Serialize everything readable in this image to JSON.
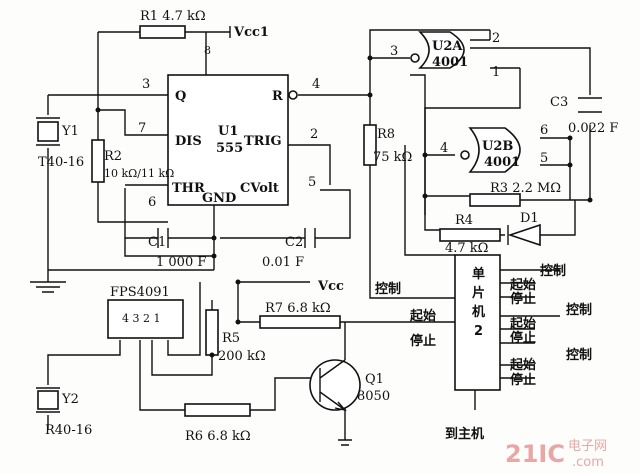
{
  "labels": {
    "r1": "R1 4.7 kΩ",
    "vcc1": "Vcc1",
    "y1": "Y1",
    "y1_value": "T40-16",
    "r2": "R2",
    "r2_value": "10 kΩ/11 kΩ",
    "c1": "C1",
    "c1_value": "1 000 F",
    "c2": "C2",
    "c2_value": "0.01 F",
    "c3": "C3",
    "c3_value": "0.022 F",
    "r8": "R8",
    "r8_value": "75 kΩ",
    "r3": "R3 2.2 MΩ",
    "r4": "R4",
    "r4_value": "4.7 kΩ",
    "d1": "D1",
    "vcc": "Vcc",
    "fps4091": "FPS4091",
    "fps4091_pins": "4 3 2 1",
    "r5": "R5",
    "r5_value": "200 kΩ",
    "r7": "R7 6.8 kΩ",
    "q1": "Q1",
    "q1_value": "8050",
    "r6": "R6 6.8 kΩ",
    "y2": "Y2",
    "y2_value": "R40-16"
  },
  "pins": {
    "p8": "8",
    "p3": "3",
    "p4": "4",
    "p7": "7",
    "p2": "2",
    "p6": "6",
    "p5": "5",
    "u2a_p3": "3",
    "u2a_p2": "2",
    "u2a_p1": "1",
    "u2b_p4": "4",
    "u2b_p6": "6",
    "u2b_p5": "5"
  },
  "u1": {
    "q": "Q",
    "r": "R",
    "dis": "DIS",
    "name": "U1",
    "part": "555",
    "trig": "TRIG",
    "thr": "THR",
    "gnd": "GND",
    "cvolt": "CVolt"
  },
  "u2a": {
    "name": "U2A",
    "part": "4001"
  },
  "u2b": {
    "name": "U2B",
    "part": "4001"
  },
  "mcu": {
    "c1": "单",
    "c2": "片",
    "c3": "机",
    "num": "2",
    "in_control": "控制",
    "in_start": "起始",
    "in_stop": "停止",
    "out1_control": "控制",
    "out1_start": "起始",
    "out1_stop": "停止",
    "out2_control": "控制",
    "out2_start": "起始",
    "out2_stop": "停止",
    "out3_control": "控制",
    "out3_start": "起始",
    "out3_stop": "停止",
    "to_host": "到主机"
  },
  "watermark": {
    "logo": "21IC",
    "cn": "电子网",
    "domain": ".com"
  }
}
